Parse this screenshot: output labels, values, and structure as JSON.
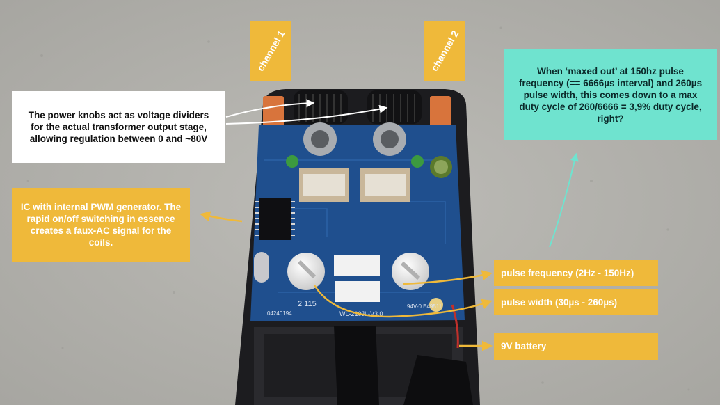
{
  "annotations": {
    "knobs": "The power knobs act as voltage dividers for the actual transformer output stage, allowing regulation between 0 and ~80V",
    "ic": "IC with internal PWM generator. The rapid on/off switching in essence creates a faux-AC signal for the coils.",
    "duty": "When ‘maxed out’ at 150hz pulse frequency (== 6666µs interval) and 260µs pulse width, this comes down to a max duty cycle of 260/6666 = 3,9% duty cycle, right?",
    "pulse_frequency": "pulse frequency (2Hz - 150Hz)",
    "pulse_width": "pulse width (30µs - 260µs)",
    "battery": "9V battery",
    "channel_1": "channel 1",
    "channel_2": "channel 2"
  },
  "board_markings": {
    "lower": "WL-210JL-V3.0",
    "code": "04240194",
    "cert": "94V-0 E49511",
    "num": "2 115"
  },
  "colors": {
    "background": "#b3b2ad",
    "annotation_amber": "#efb93a",
    "annotation_teal": "#6fe3cf",
    "pcb_blue": "#1f4f8e",
    "case_black": "#1c1c1f"
  }
}
